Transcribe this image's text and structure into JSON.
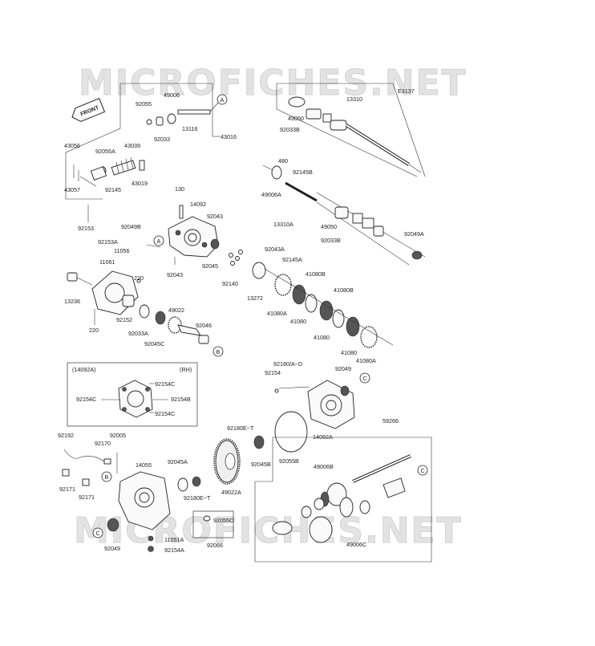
{
  "watermark": "MICROFICHES.NET",
  "diagram_code": "E3137",
  "front_label": "FRONT",
  "callouts": {
    "a": "A",
    "b": "B",
    "c": "C"
  },
  "inset_rh": {
    "title": "(14092A)",
    "side": "(RH)"
  },
  "parts": {
    "p92055": "92055",
    "p49006": "49006",
    "p13116": "13116",
    "p92033": "92033",
    "p43016": "43016",
    "p43056": "43056",
    "p92055A": "92055A",
    "p43039": "43039",
    "p43057": "43057",
    "p92145": "92145",
    "p43019": "43019",
    "p92153": "92153",
    "p13310": "13310",
    "p49050": "49050",
    "p92033B": "92033B",
    "p480": "480",
    "p92145B": "92145B",
    "p49006A": "49006A",
    "p13310A": "13310A",
    "p49050b": "49050",
    "p92033Bb": "92033B",
    "p92049A": "92049A",
    "p130": "130",
    "p14092": "14092",
    "p92043": "92043",
    "p92049B": "92049B",
    "p92153A": "92153A",
    "p11056": "11056",
    "p11061": "11061",
    "p92045": "92045",
    "p92043b": "92043",
    "p92140": "92140",
    "p92043A": "92043A",
    "p92145A": "92145A",
    "p41080B": "41080B",
    "p41080B2": "41080B",
    "p13272": "13272",
    "p41080A": "41080A",
    "p41080": "41080",
    "p41080b": "41080",
    "p41080c": "41080",
    "p41080A2": "41080A",
    "p220": "220",
    "p13236": "13236",
    "p220b": "220",
    "p49022": "49022",
    "p92152": "92152",
    "p92046": "92046",
    "p92033A": "92033A",
    "p92045C": "92045C",
    "p92180AD": "92180/A~D",
    "p92154": "92154",
    "p92049": "92049",
    "p92154C": "92154C",
    "p92154Cb": "92154C",
    "p92154B": "92154B",
    "p92154Cc": "92154C",
    "p14092A": "14092A",
    "p92180ET": "92180E~T",
    "p92055B": "92055B",
    "p92192": "92192",
    "p92170": "92170",
    "p92005": "92005",
    "p14055": "14055",
    "p92171": "92171",
    "p92171b": "92171",
    "p92045A": "92045A",
    "p92045B": "92045B",
    "p49022A": "49022A",
    "p92180ETb": "92180E~T",
    "p92055C": "92055C",
    "p11051A": "11051A",
    "p92154A": "92154A",
    "p92049b": "92049",
    "p92066": "92066",
    "p59266": "59266",
    "p49006B": "49006B",
    "p49006C": "49006C"
  }
}
